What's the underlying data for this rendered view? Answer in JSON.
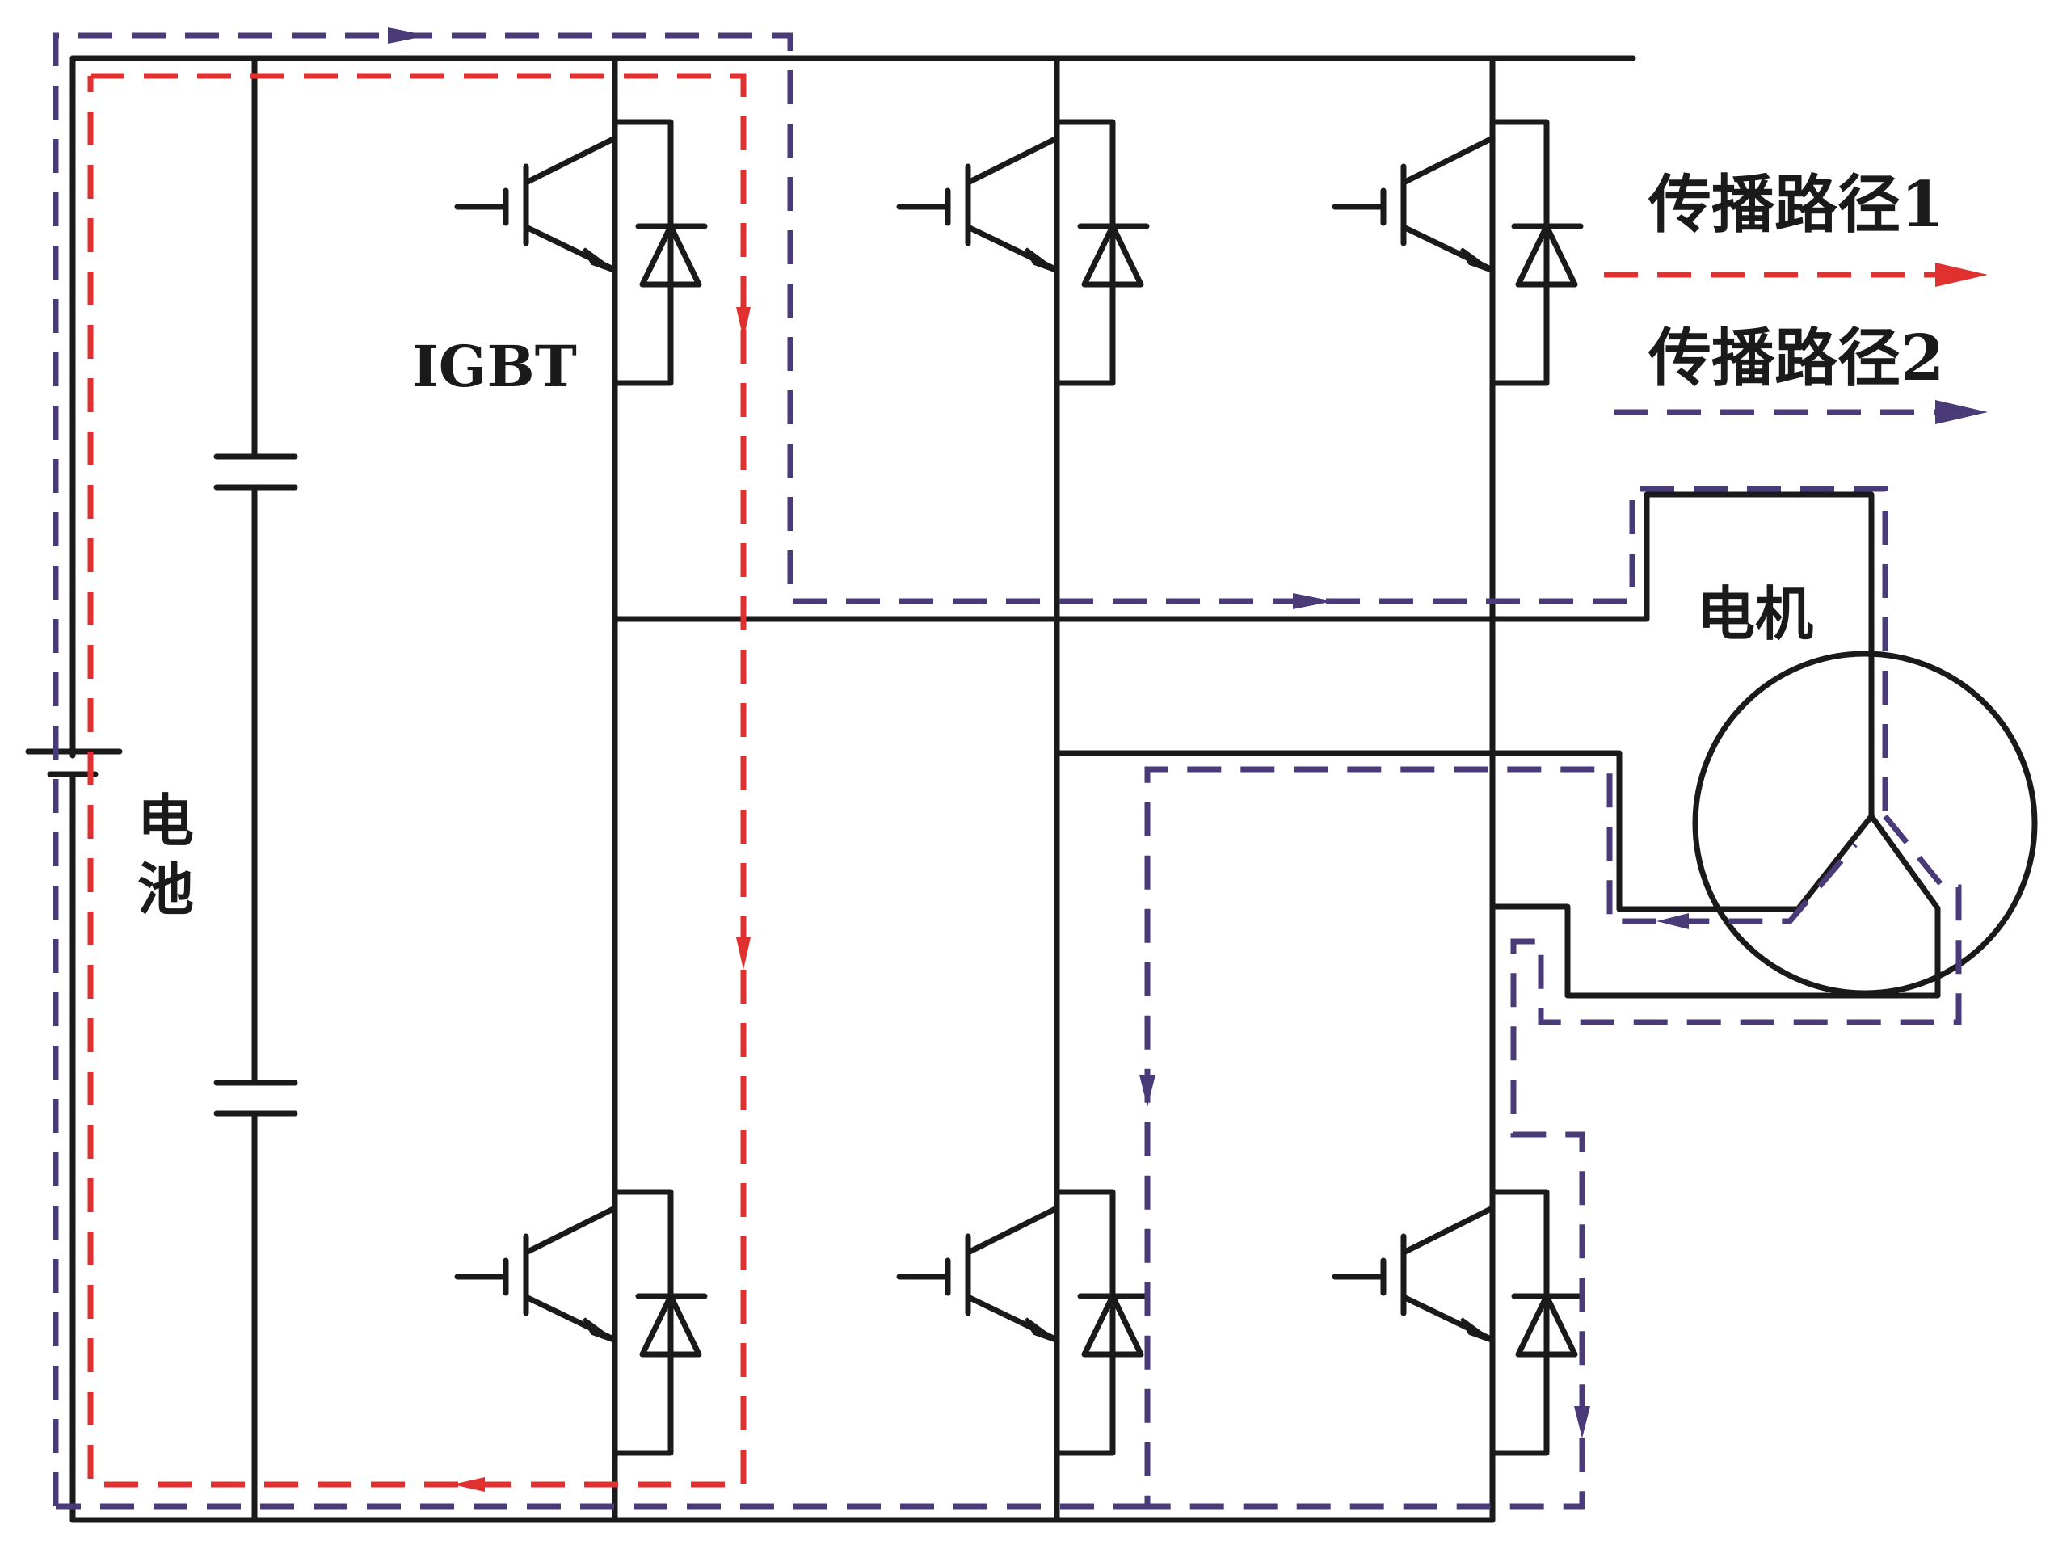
{
  "diagram": {
    "battery_label": [
      "电",
      "池"
    ],
    "igbt_label": "IGBT",
    "motor_label": "电机",
    "legend": [
      {
        "label": "传播路径1",
        "color": "#e03030"
      },
      {
        "label": "传播路径2",
        "color": "#4a3a78"
      }
    ],
    "colors": {
      "wire": "#1a1a1a",
      "path1": "#e03030",
      "path2": "#4a3a78"
    }
  }
}
